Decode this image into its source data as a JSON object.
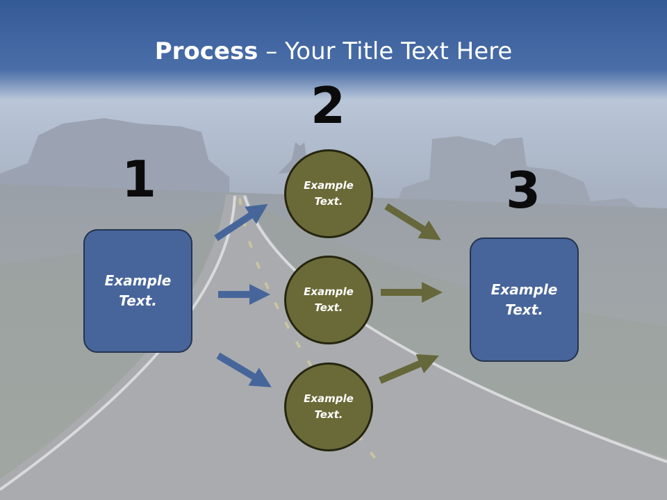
{
  "title": {
    "bold": "Process",
    "rest": " – Your Title Text Here"
  },
  "steps": {
    "one": "1",
    "two": "2",
    "three": "3"
  },
  "left_box": {
    "text": "Example\nText."
  },
  "right_box": {
    "text": "Example\nText."
  },
  "circles": [
    {
      "text": "Example\nText."
    },
    {
      "text": "Example\nText."
    },
    {
      "text": "Example\nText."
    }
  ],
  "colors": {
    "box_fill": "#47659b",
    "circle_fill": "#6a6a38",
    "blue_arrow": "#46669b",
    "olive_arrow": "#66673a",
    "header_band": "#3d5f9a"
  }
}
